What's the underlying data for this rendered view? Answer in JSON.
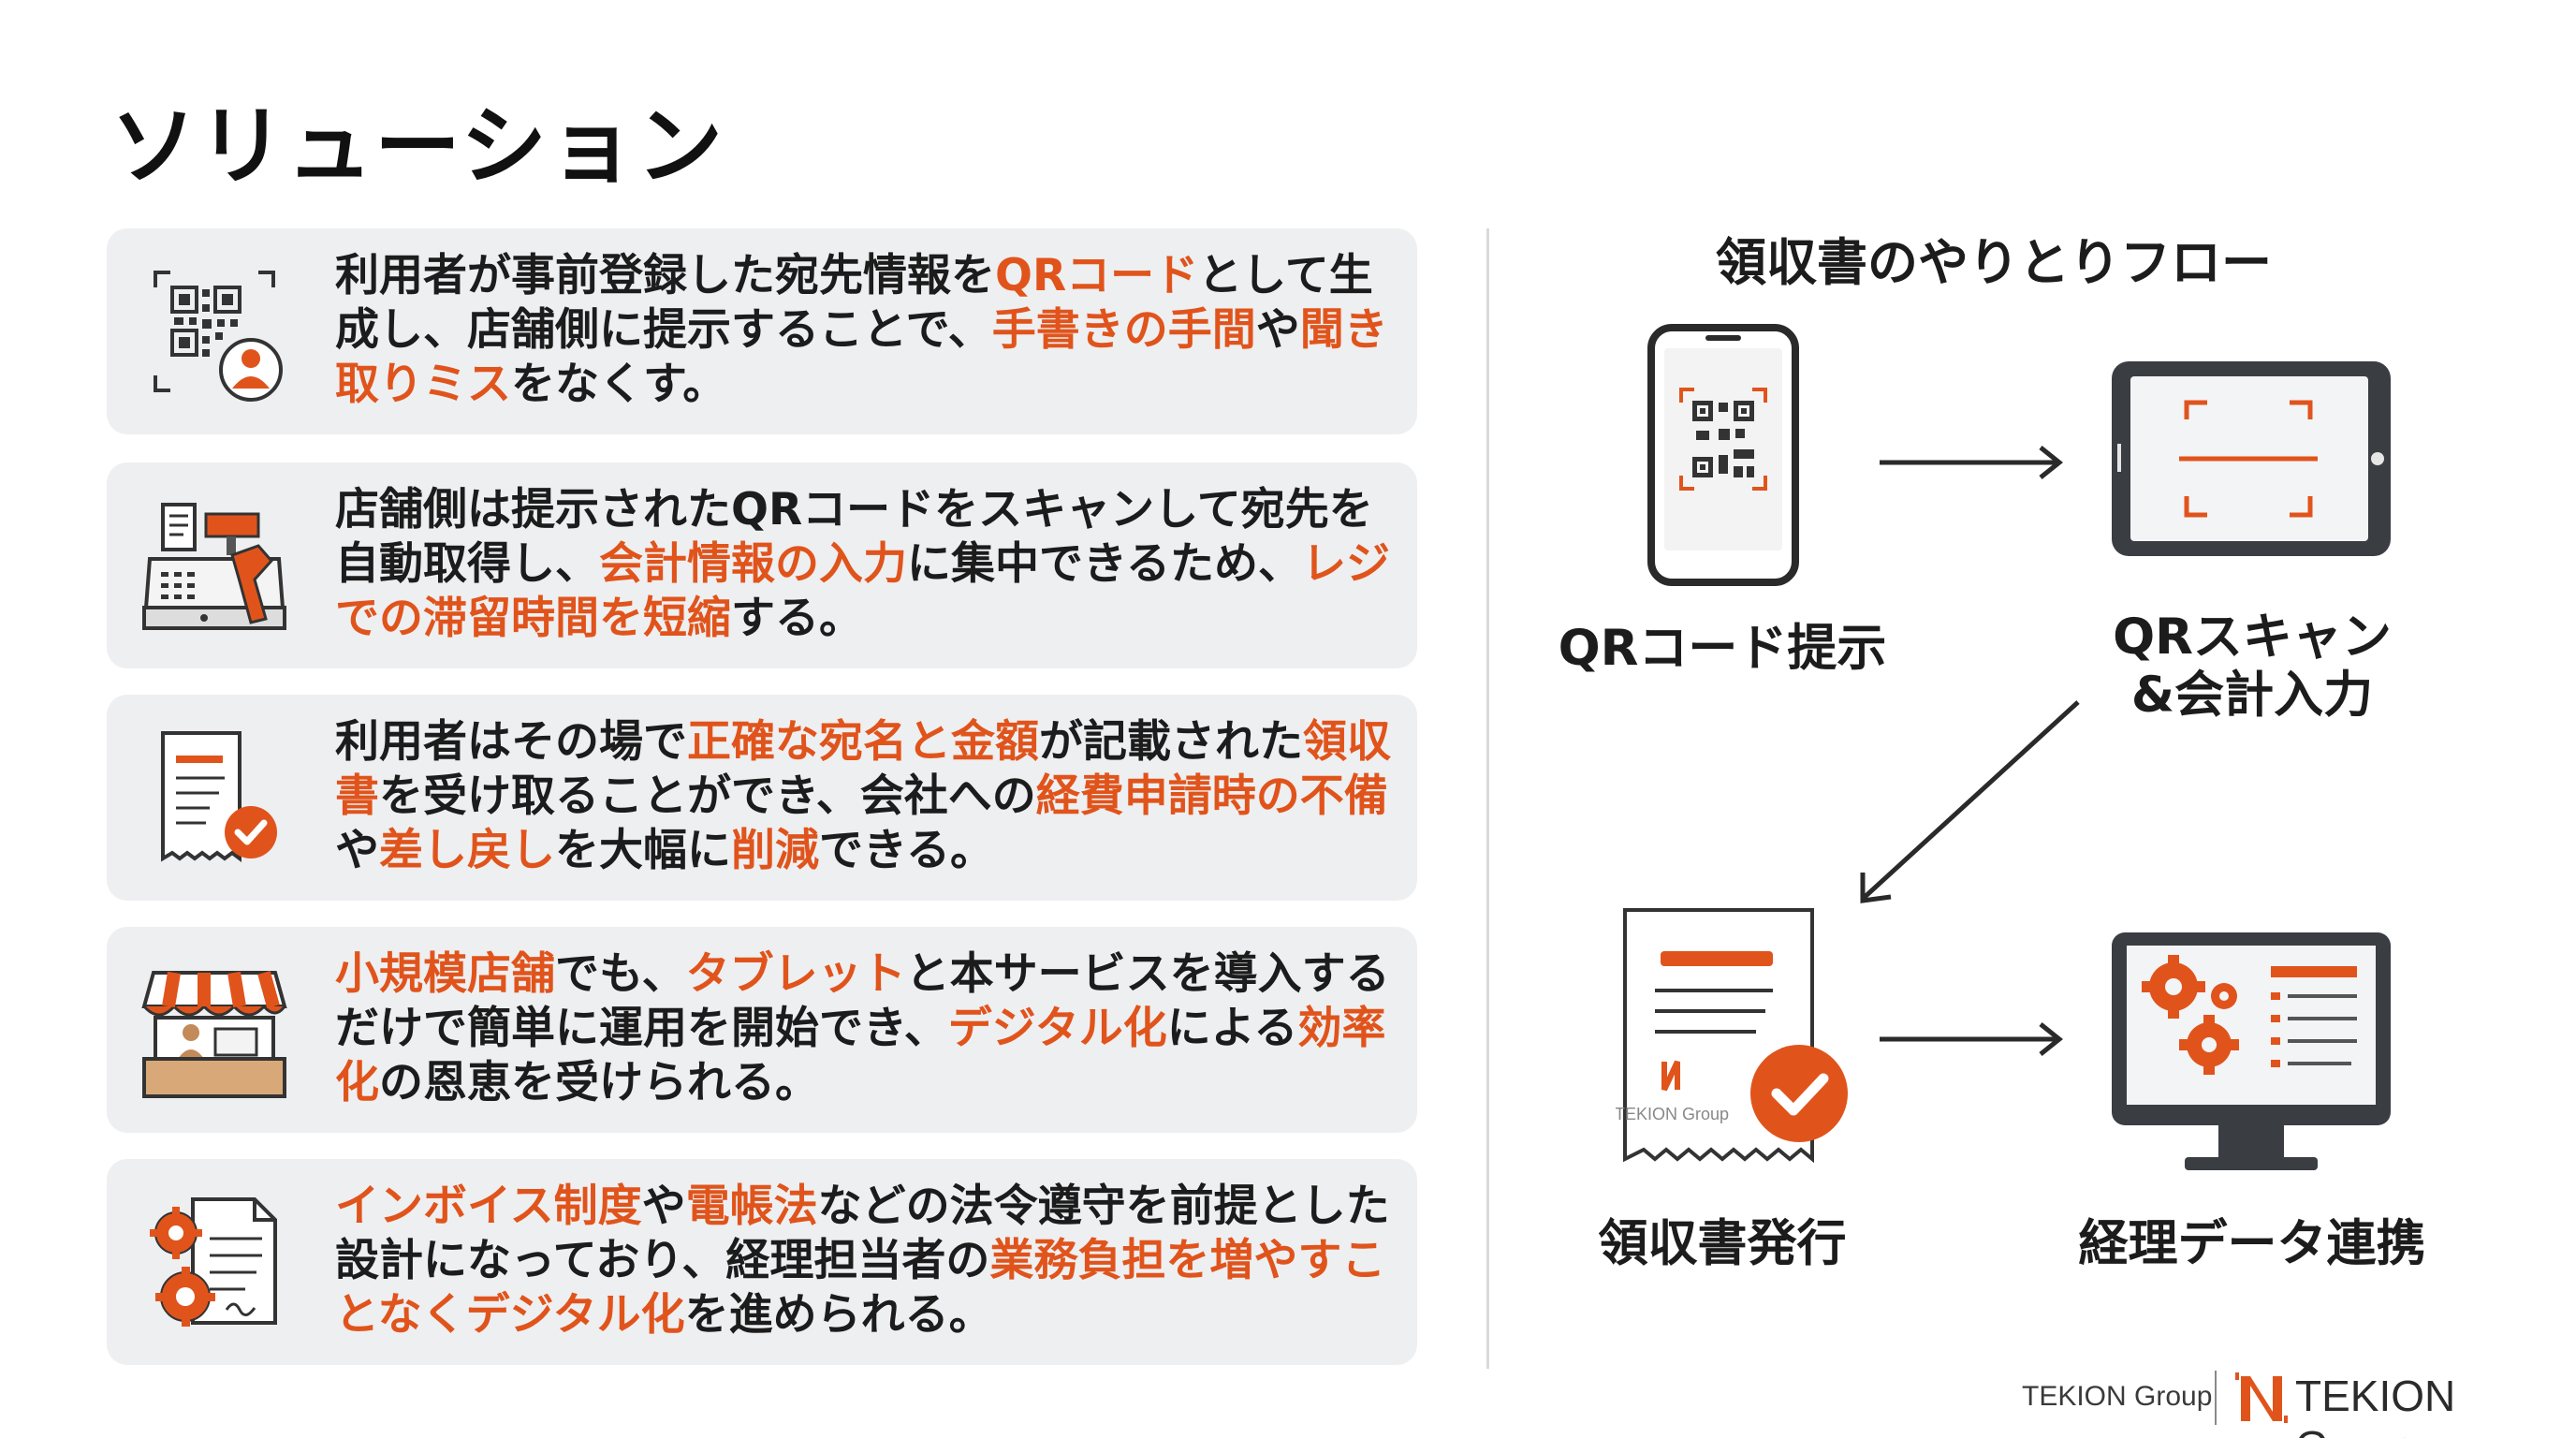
{
  "title": "ソリューション",
  "cards": [
    {
      "segments": [
        {
          "t": "利用者が事前登録した宛先情報を",
          "h": false
        },
        {
          "t": "QRコード",
          "h": true
        },
        {
          "t": "として生成し、店舗側に提示することで、",
          "h": false
        },
        {
          "t": "手書きの手間",
          "h": true
        },
        {
          "t": "や",
          "h": false
        },
        {
          "t": "聞き取りミス",
          "h": true
        },
        {
          "t": "をなくす。",
          "h": false
        }
      ]
    },
    {
      "segments": [
        {
          "t": "店舗側は提示されたQRコードをスキャンして宛先を自動取得し、",
          "h": false
        },
        {
          "t": "会計情報の入力",
          "h": true
        },
        {
          "t": "に集中できるため、",
          "h": false
        },
        {
          "t": "レジでの滞留時間を短縮",
          "h": true
        },
        {
          "t": "する。",
          "h": false
        }
      ]
    },
    {
      "segments": [
        {
          "t": "利用者はその場で",
          "h": false
        },
        {
          "t": "正確な宛名と金額",
          "h": true
        },
        {
          "t": "が記載された",
          "h": false
        },
        {
          "t": "領収書",
          "h": true
        },
        {
          "t": "を受け取ることができ、会社への",
          "h": false
        },
        {
          "t": "経費申請時の不備",
          "h": true
        },
        {
          "t": "や",
          "h": false
        },
        {
          "t": "差し戻し",
          "h": true
        },
        {
          "t": "を大幅に",
          "h": false
        },
        {
          "t": "削減",
          "h": true
        },
        {
          "t": "できる。",
          "h": false
        }
      ]
    },
    {
      "segments": [
        {
          "t": "小規模店舗",
          "h": true
        },
        {
          "t": "でも、",
          "h": false
        },
        {
          "t": "タブレット",
          "h": true
        },
        {
          "t": "と本サービスを導入するだけで簡単に運用を開始でき、",
          "h": false
        },
        {
          "t": "デジタル化",
          "h": true
        },
        {
          "t": "による",
          "h": false
        },
        {
          "t": "効率化",
          "h": true
        },
        {
          "t": "の恩恵を受けられる。",
          "h": false
        }
      ]
    },
    {
      "segments": [
        {
          "t": "インボイス制度",
          "h": true
        },
        {
          "t": "や",
          "h": false
        },
        {
          "t": "電帳法",
          "h": true
        },
        {
          "t": "などの法令遵守を前提とした設計になっており、経理担当者の",
          "h": false
        },
        {
          "t": "業務負担を増やすことなくデジタル化",
          "h": true
        },
        {
          "t": "を進められる。",
          "h": false
        }
      ]
    }
  ],
  "flow": {
    "title": "領収書のやりとりフロー",
    "steps": {
      "qr_present": "QRコード提示",
      "qr_scan": "QRスキャン\n&会計入力",
      "receipt_issue": "領収書発行",
      "data_link": "経理データ連携"
    },
    "receipt_logo_text": "TEKION Group"
  },
  "footer": {
    "left_text": "TEKION Group",
    "right_text": "TEKION Group"
  },
  "colors": {
    "accent": "#e0541c",
    "card_bg": "#eeeff1",
    "text": "#1c1c1c"
  },
  "icons": [
    "qr-user-icon",
    "cash-register-icon",
    "receipt-check-icon",
    "storefront-icon",
    "document-gears-icon"
  ]
}
